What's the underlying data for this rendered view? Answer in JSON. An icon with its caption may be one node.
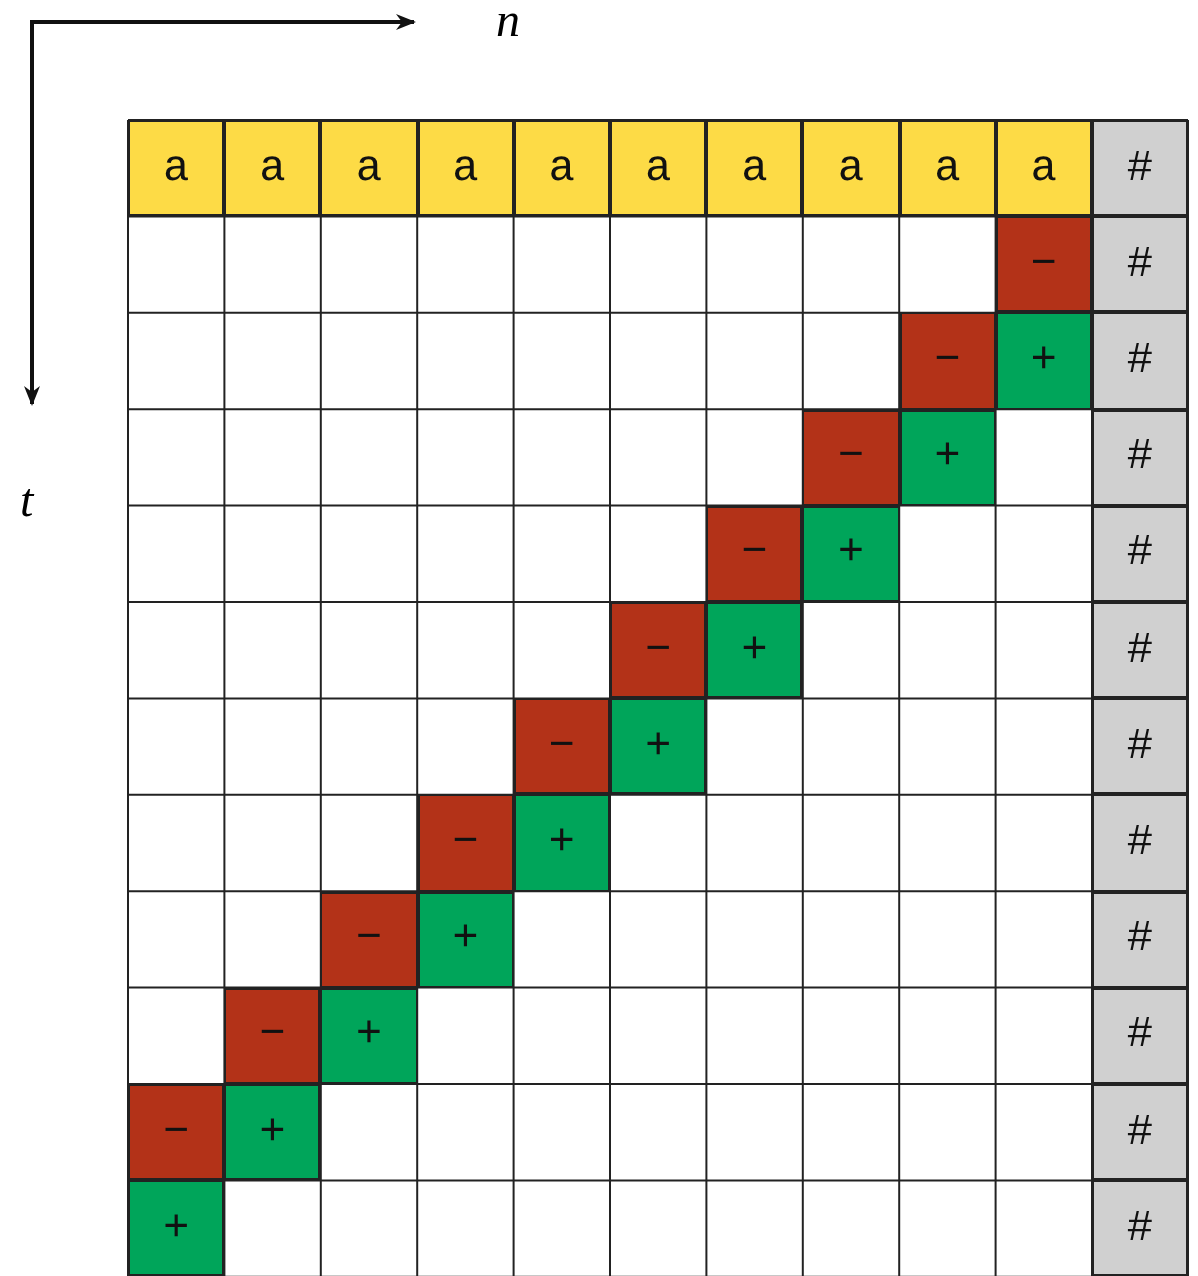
{
  "diagram": {
    "labels": [
      "n",
      "t",
      "a",
      "a",
      "a",
      "a",
      "a",
      "a",
      "a",
      "a",
      "a",
      "a",
      "#",
      "−",
      "#",
      "−",
      "+",
      "#",
      "−",
      "+",
      "#",
      "−",
      "+",
      "#",
      "−",
      "+",
      "#",
      "−",
      "+",
      "#",
      "−",
      "+",
      "#",
      "−",
      "+",
      "#",
      "−",
      "+",
      "#",
      "−",
      "+",
      "#",
      "+",
      "#"
    ]
  }
}
